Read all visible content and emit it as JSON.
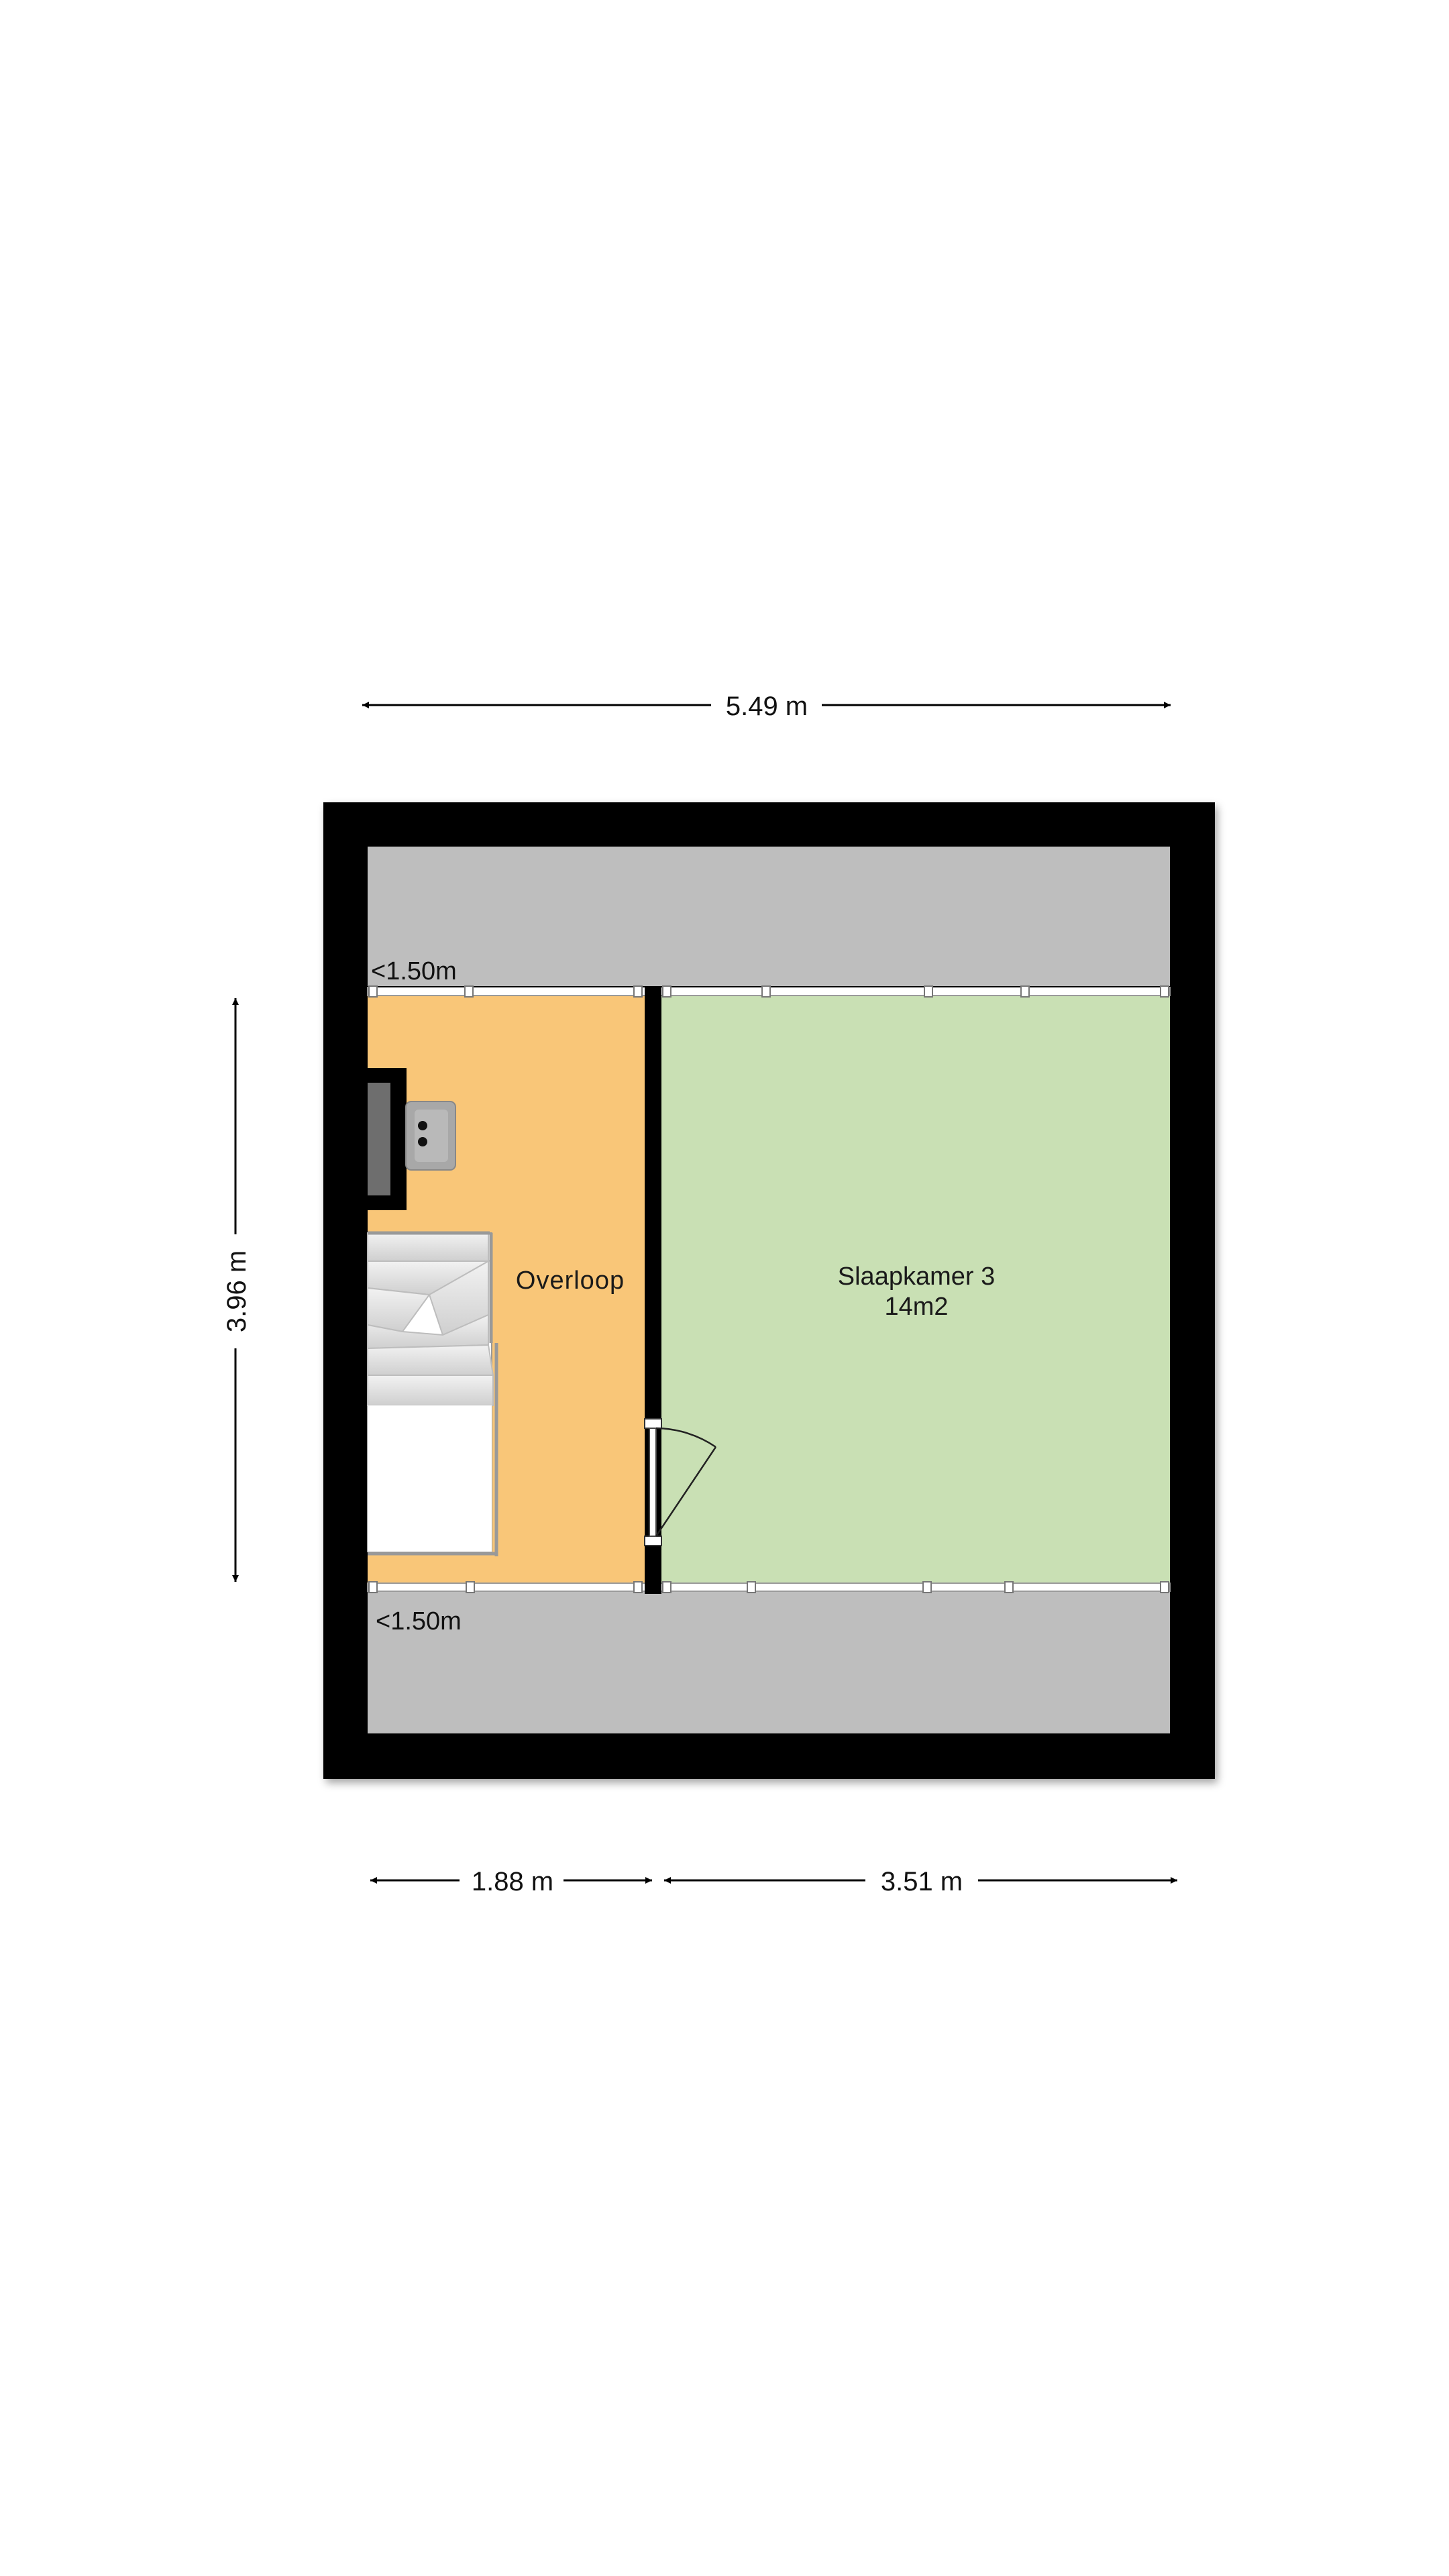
{
  "dimensions": {
    "total_width": "5.49 m",
    "total_depth": "3.96 m",
    "left_width": "1.88 m",
    "right_width": "3.51 m"
  },
  "rooms": {
    "overloop": {
      "name": "Overloop"
    },
    "slaapkamer": {
      "name": "Slaapkamer 3",
      "area": "14m2"
    }
  },
  "ceiling_height_notes": {
    "top": "<1.50m",
    "bottom": "<1.50m"
  },
  "colors": {
    "wall": "#000000",
    "low_ceiling_zone": "#bebebe",
    "overloop_fill": "#f9c678",
    "slaapkamer_fill": "#c9e0b4",
    "stair": "#d6d6d6",
    "background": "#ffffff"
  },
  "icons": {
    "double_arrow": "dimension-arrow-icon",
    "chimney": "chimney-icon",
    "staircase": "staircase-icon",
    "door": "door-swing-icon"
  }
}
